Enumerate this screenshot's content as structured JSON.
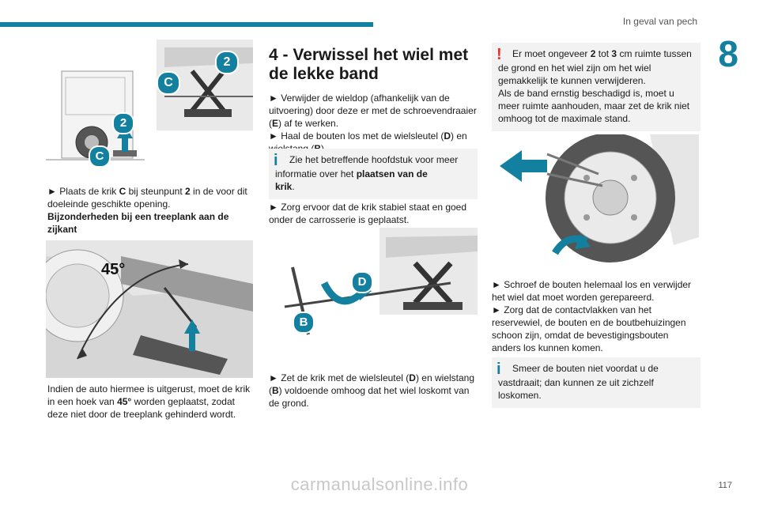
{
  "header": {
    "section_title": "In geval van pech",
    "chapter_number": "8",
    "page_number": "117"
  },
  "col1": {
    "fig1_labels": {
      "c_top": "C",
      "two_top": "2",
      "two_bottom": "2",
      "c_bottom": "C"
    },
    "step1_arrow": "►",
    "step1_a": "Plaats de krik ",
    "step1_c": "C",
    "step1_b": " bij steunpunt ",
    "step1_2": "2",
    "step1_d": " in de voor dit doeleinde geschikte opening.",
    "subheading": "Bijzonderheden bij een treeplank aan de zijkant",
    "fig2_angle": "45°",
    "para_a": "Indien de auto hiermee is uitgerust, moet de krik in een hoek van ",
    "para_angle": "45°",
    "para_b": " worden geplaatst, zodat deze niet door de treeplank gehinderd wordt."
  },
  "col2": {
    "title": "4 - Verwissel het wiel met de lekke band",
    "s1_arrow": "►",
    "s1_a": "Verwijder de wieldop (afhankelijk van de uitvoering) door deze er met de schroevendraaier (",
    "s1_e": "E",
    "s1_b": ") af te werken.",
    "s2_arrow": "►",
    "s2_a": "Haal de bouten los met de wielsleutel (",
    "s2_d": "D",
    "s2_b": ") en wielstang (",
    "s2_bb": "B",
    "s2_c": ").",
    "info_icon": "i",
    "info_a": "Zie het betreffende hoofdstuk voor meer informatie over het ",
    "info_bold1": "plaatsen van de",
    "info_bold2": "krik",
    "info_end": ".",
    "s3_arrow": "►",
    "s3": "Zorg ervoor dat de krik stabiel staat en goed onder de carrosserie is geplaatst.",
    "fig3_labels": {
      "d": "D",
      "b": "B"
    },
    "s4_arrow": "►",
    "s4_a": "Zet de krik met de wielsleutel (",
    "s4_d": "D",
    "s4_b": ") en wielstang (",
    "s4_bb": "B",
    "s4_c": ") voldoende omhoog dat het wiel loskomt van de grond."
  },
  "col3": {
    "warn_icon": "!",
    "warn_a": "Er moet ongeveer ",
    "warn_2": "2",
    "warn_b": " tot ",
    "warn_3": "3",
    "warn_c": " cm ruimte tussen de grond en het wiel zijn om het wiel gemakkelijk te kunnen verwijderen.",
    "warn_d": "Als de band ernstig beschadigd is, moet u meer ruimte aanhouden, maar zet de krik niet omhoog tot de maximale stand.",
    "s1_arrow": "►",
    "s1": "Schroef de bouten helemaal los en verwijder het wiel dat moet worden gerepareerd.",
    "s2_arrow": "►",
    "s2": "Zorg dat de contactvlakken van het reservewiel, de bouten en de boutbehuizingen schoon zijn, omdat de bevestigingsbouten anders los kunnen komen.",
    "info_icon": "i",
    "info": "Smeer de bouten niet voordat u de vastdraait; dan kunnen ze uit zichzelf loskomen."
  },
  "footer": {
    "watermark": "carmanualsonline.info"
  },
  "colors": {
    "accent": "#1380a0",
    "warning": "#e23030",
    "box": "#f2f2f2"
  }
}
